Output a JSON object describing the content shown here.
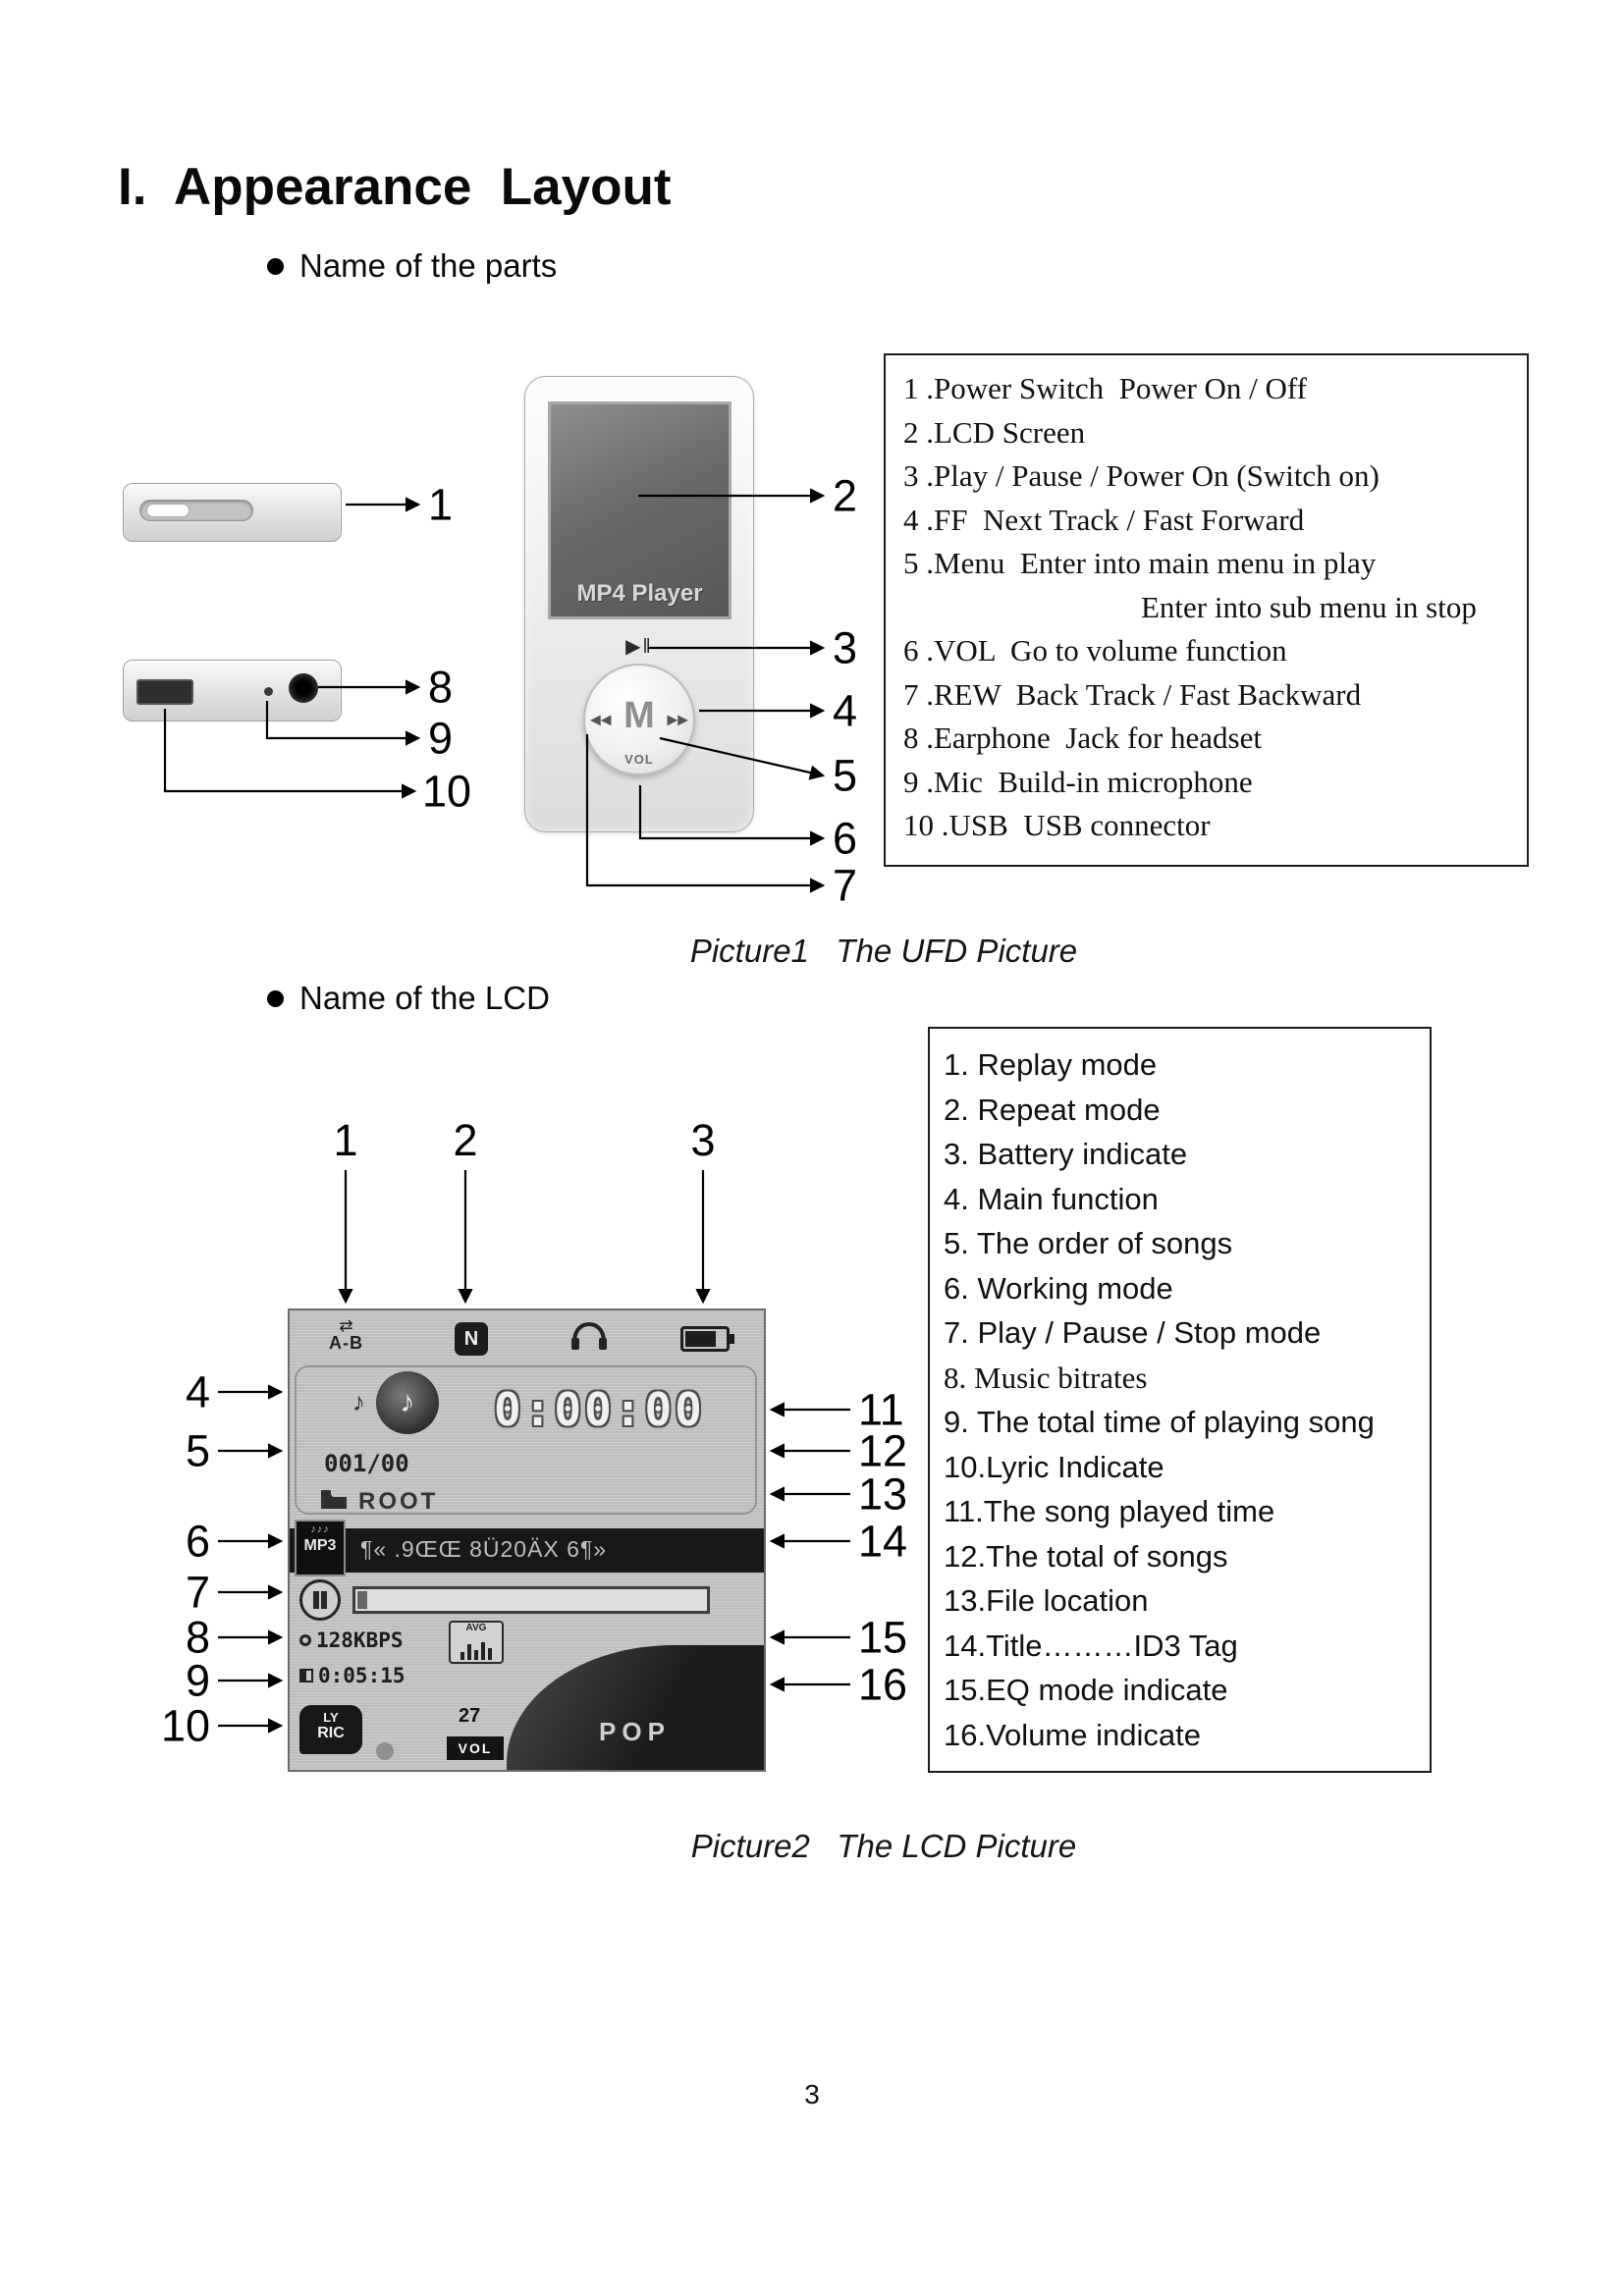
{
  "page": {
    "title": "I.  Appearance  Layout",
    "section_parts_heading": "Name of the parts",
    "section_lcd_heading": "Name of the LCD",
    "caption1": "Picture1   The UFD Picture",
    "caption2": "Picture2   The LCD Picture",
    "page_number": "3"
  },
  "parts_legend": {
    "items": [
      "1 .Power Switch  Power On / Off",
      "2 .LCD Screen",
      "3 .Play / Pause / Power On (Switch on)",
      "4 .FF  Next Track / Fast Forward",
      "5 .Menu  Enter into main menu in play",
      "Enter into sub menu in stop",
      "6 .VOL  Go to volume function",
      "7 .REW  Back Track / Fast Backward",
      "8 .Earphone  Jack for headset",
      "9 .Mic  Build-in microphone",
      "10 .USB  USB connector"
    ]
  },
  "lcd_legend": {
    "items": [
      "1. Replay mode",
      "2. Repeat mode",
      "3. Battery indicate",
      "4. Main function",
      "5. The order of songs",
      "6. Working mode",
      "7. Play / Pause / Stop mode",
      "8. Music bitrates",
      "9. The total time of playing song",
      "10.Lyric Indicate",
      "11.The song played time",
      "12.The total of songs",
      "13.File location",
      "14.Title………ID3 Tag",
      "15.EQ mode indicate",
      "16.Volume indicate"
    ]
  },
  "ufd": {
    "screen_brand": "MP4 Player",
    "play_pause_glyph": "▶‖",
    "prev_glyph": "◀◀",
    "next_glyph": "▶▶",
    "menu_label": "M",
    "vol_label": "VOL",
    "callouts": {
      "c1": "1",
      "c2": "2",
      "c3": "3",
      "c4": "4",
      "c5": "5",
      "c6": "6",
      "c7": "7",
      "c8": "8",
      "c9": "9",
      "c10": "10"
    }
  },
  "lcd": {
    "replay_glyph": "⇄",
    "replay_mode": "A-B",
    "repeat_mode": "N",
    "note_glyph": "♪",
    "time_total": "0:00:00",
    "song_order": "001/00",
    "file_location": "ROOT",
    "working_mode_notes": "♪♪♪",
    "working_mode": "MP3",
    "title_text": "¶« .9ŒŒ 8Ü20ÄX 6¶»",
    "bitrate": "128KBPS",
    "eq_label": "AVG",
    "time_played": "0:05:15",
    "lyric_line1": "LY",
    "lyric_line2": "RIC",
    "volume_value": "27",
    "volume_label": "VOL",
    "genre": "POP",
    "callouts": {
      "c1": "1",
      "c2": "2",
      "c3": "3",
      "c4": "4",
      "c5": "5",
      "c6": "6",
      "c7": "7",
      "c8": "8",
      "c9": "9",
      "c10": "10",
      "c11": "11",
      "c12": "12",
      "c13": "13",
      "c14": "14",
      "c15": "15",
      "c16": "16"
    }
  }
}
